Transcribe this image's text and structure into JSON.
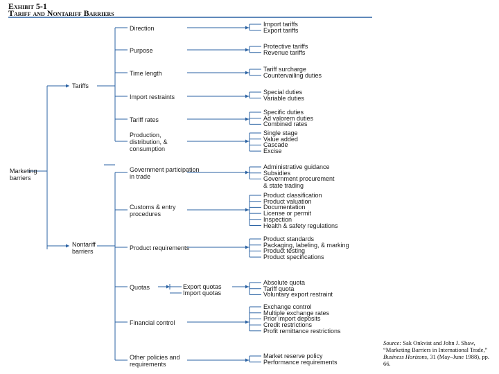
{
  "header": {
    "exhibit": "Exhibit 5-1",
    "title": "Tariff and Nontariff Barriers"
  },
  "root": {
    "label": "Marketing\nbarriers"
  },
  "branches": {
    "tariffs": {
      "label": "Tariffs",
      "groups": [
        {
          "label": "Direction",
          "items": [
            "Import tariffs",
            "Export tariffs"
          ]
        },
        {
          "label": "Purpose",
          "items": [
            "Protective tariffs",
            "Revenue tariffs"
          ]
        },
        {
          "label": "Time length",
          "items": [
            "Tariff surcharge",
            "Countervailing duties"
          ]
        },
        {
          "label": "Import restraints",
          "items": [
            "Special duties",
            "Variable duties"
          ]
        },
        {
          "label": "Tariff rates",
          "items": [
            "Specific duties",
            "Ad valorem duties",
            "Combined rates"
          ]
        },
        {
          "label": "Production,\ndistribution, &\nconsumption",
          "items": [
            "Single stage",
            "Value added",
            "Cascade",
            "Excise"
          ]
        }
      ]
    },
    "nontariff": {
      "label": "Nontariff\nbarriers",
      "groups": [
        {
          "label": "Government participation\nin trade",
          "items": [
            "Administrative guidance",
            "Subsidies",
            "Government procurement\n& state trading"
          ]
        },
        {
          "label": "Customs & entry\nprocedures",
          "items": [
            "Product classification",
            "Product valuation",
            "Documentation",
            "License or permit",
            "Inspection",
            "Health & safety regulations"
          ]
        },
        {
          "label": "Product requirements",
          "items": [
            "Product standards",
            "Packaging, labeling, & marking",
            "Product testing",
            "Product specifications"
          ]
        },
        {
          "label": "Quotas",
          "subs": [
            "Export quotas",
            "Import quotas"
          ],
          "items": [
            "Absolute quota",
            "Tariff quota",
            "Voluntary export restraint"
          ]
        },
        {
          "label": "Financial control",
          "items": [
            "Exchange control",
            "Multiple exchange rates",
            "Prior import deposits",
            "Credit restrictions",
            "Profit remittance restrictions"
          ]
        },
        {
          "label": "Other policies and\nrequirements",
          "items": [
            "Market reserve policy",
            "Performance requirements"
          ]
        }
      ]
    }
  },
  "source": {
    "label": "Source:",
    "text": "Sak Onkvist and John J. Shaw, “Marketing Barriers in International Trade,”",
    "journal": "Business Horizons,",
    "citation": "31 (May–June 1988), pp. 66."
  },
  "colors": {
    "lines": "#2a62a3",
    "rule": "#2a62a3",
    "text": "#1a1a1a"
  }
}
